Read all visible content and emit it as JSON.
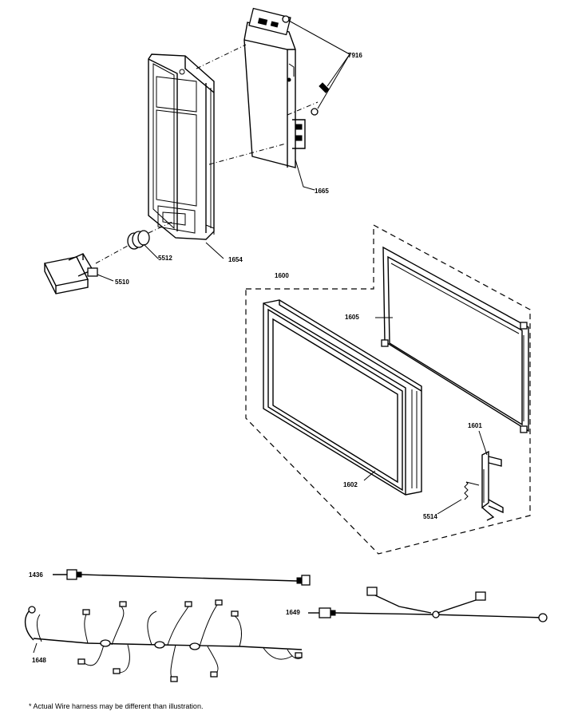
{
  "parts": {
    "p7916": "7916",
    "p1665": "1665",
    "p5512": "5512",
    "p1654": "1654",
    "p5510": "5510",
    "p1600": "1600",
    "p1605": "1605",
    "p1601": "1601",
    "p1602": "1602",
    "p5514": "5514",
    "p1436": "1436",
    "p1649": "1649",
    "p1648": "1648"
  },
  "footnote": "* Actual Wire harness may be different than illustration."
}
